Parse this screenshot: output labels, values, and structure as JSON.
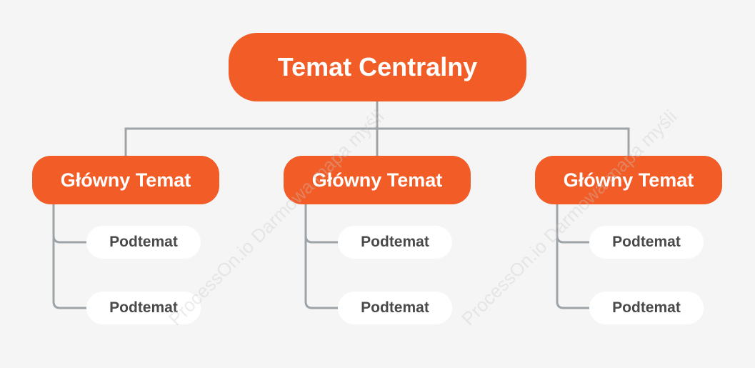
{
  "diagram": {
    "central_topic": "Temat Centralny",
    "branches": [
      {
        "label": "Główny Temat",
        "subtopics": [
          "Podtemat",
          "Podtemat"
        ]
      },
      {
        "label": "Główny Temat",
        "subtopics": [
          "Podtemat",
          "Podtemat"
        ]
      },
      {
        "label": "Główny Temat",
        "subtopics": [
          "Podtemat",
          "Podtemat"
        ]
      }
    ]
  },
  "watermark": "ProcessOn.io Darmowa mapa myśli",
  "colors": {
    "background": "#f5f5f5",
    "topic_fill": "#f25c26",
    "topic_text": "#ffffff",
    "subtopic_fill": "#ffffff",
    "subtopic_text": "#4a4a4a",
    "connector": "#9ea3a8"
  }
}
